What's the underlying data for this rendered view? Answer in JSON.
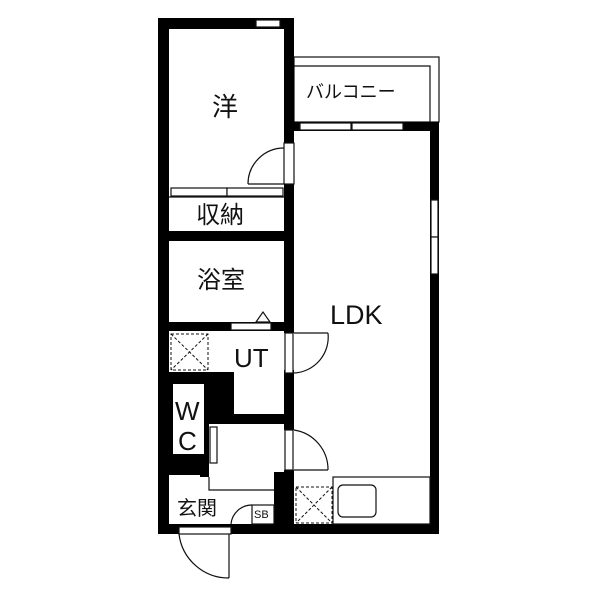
{
  "floor_plan": {
    "rooms": {
      "western_room": "洋",
      "balcony": "バルコニー",
      "storage": "収納",
      "bathroom": "浴室",
      "ldk": "LDK",
      "utility": "UT",
      "wc_w": "W",
      "wc_c": "C",
      "entrance": "玄関",
      "shoe_box": "SB"
    },
    "colors": {
      "wall": "#000000",
      "line": "#111111",
      "background": "#ffffff"
    }
  }
}
